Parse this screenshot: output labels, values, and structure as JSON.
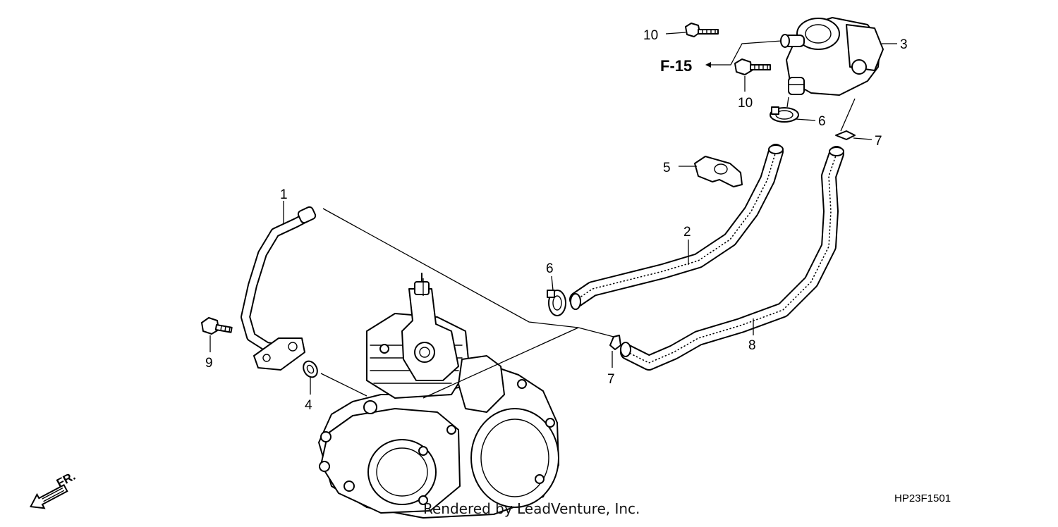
{
  "diagram": {
    "callouts": {
      "part_1": "1",
      "part_2": "2",
      "part_3": "3",
      "part_4": "4",
      "part_5": "5",
      "part_6_top": "6",
      "part_6_mid": "6",
      "part_7_top": "7",
      "part_7_mid": "7",
      "part_8": "8",
      "part_9": "9",
      "part_10_top": "10",
      "part_10_bottom": "10"
    },
    "reference": "F-15",
    "front_label": "FR.",
    "diagram_code": "HP23F1501",
    "credit": "Rendered by LeadVenture, Inc."
  }
}
